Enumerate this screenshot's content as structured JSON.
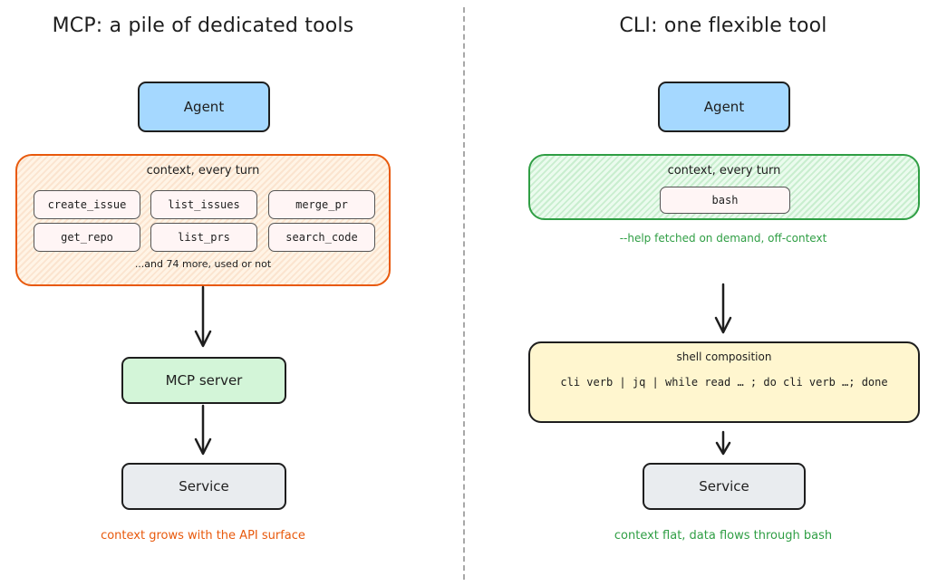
{
  "left": {
    "title": "MCP: a pile of dedicated tools",
    "agent_label": "Agent",
    "context_label": "context, every turn",
    "tools": [
      "create_issue",
      "list_issues",
      "merge_pr",
      "get_repo",
      "list_prs",
      "search_code"
    ],
    "more_label": "...and 74 more, used or not",
    "server_label": "MCP server",
    "service_label": "Service",
    "footer_note": "context grows with the API surface"
  },
  "right": {
    "title": "CLI: one flexible tool",
    "agent_label": "Agent",
    "context_label": "context, every turn",
    "tool": "bash",
    "help_note": "--help fetched on demand, off-context",
    "shell_label": "shell composition",
    "shell_command": "cli verb | jq | while read … ; do cli verb …; done",
    "service_label": "Service",
    "footer_note": "context flat, data flows through bash"
  },
  "colors": {
    "agent_fill": "#a5d8ff",
    "left_context_stroke": "#e8590c",
    "right_context_stroke": "#2f9e44",
    "mcp_server_fill": "#d3f5d8",
    "service_fill": "#e9ecef",
    "shell_fill": "#fff6cf",
    "tool_fill": "#fff5f5"
  }
}
